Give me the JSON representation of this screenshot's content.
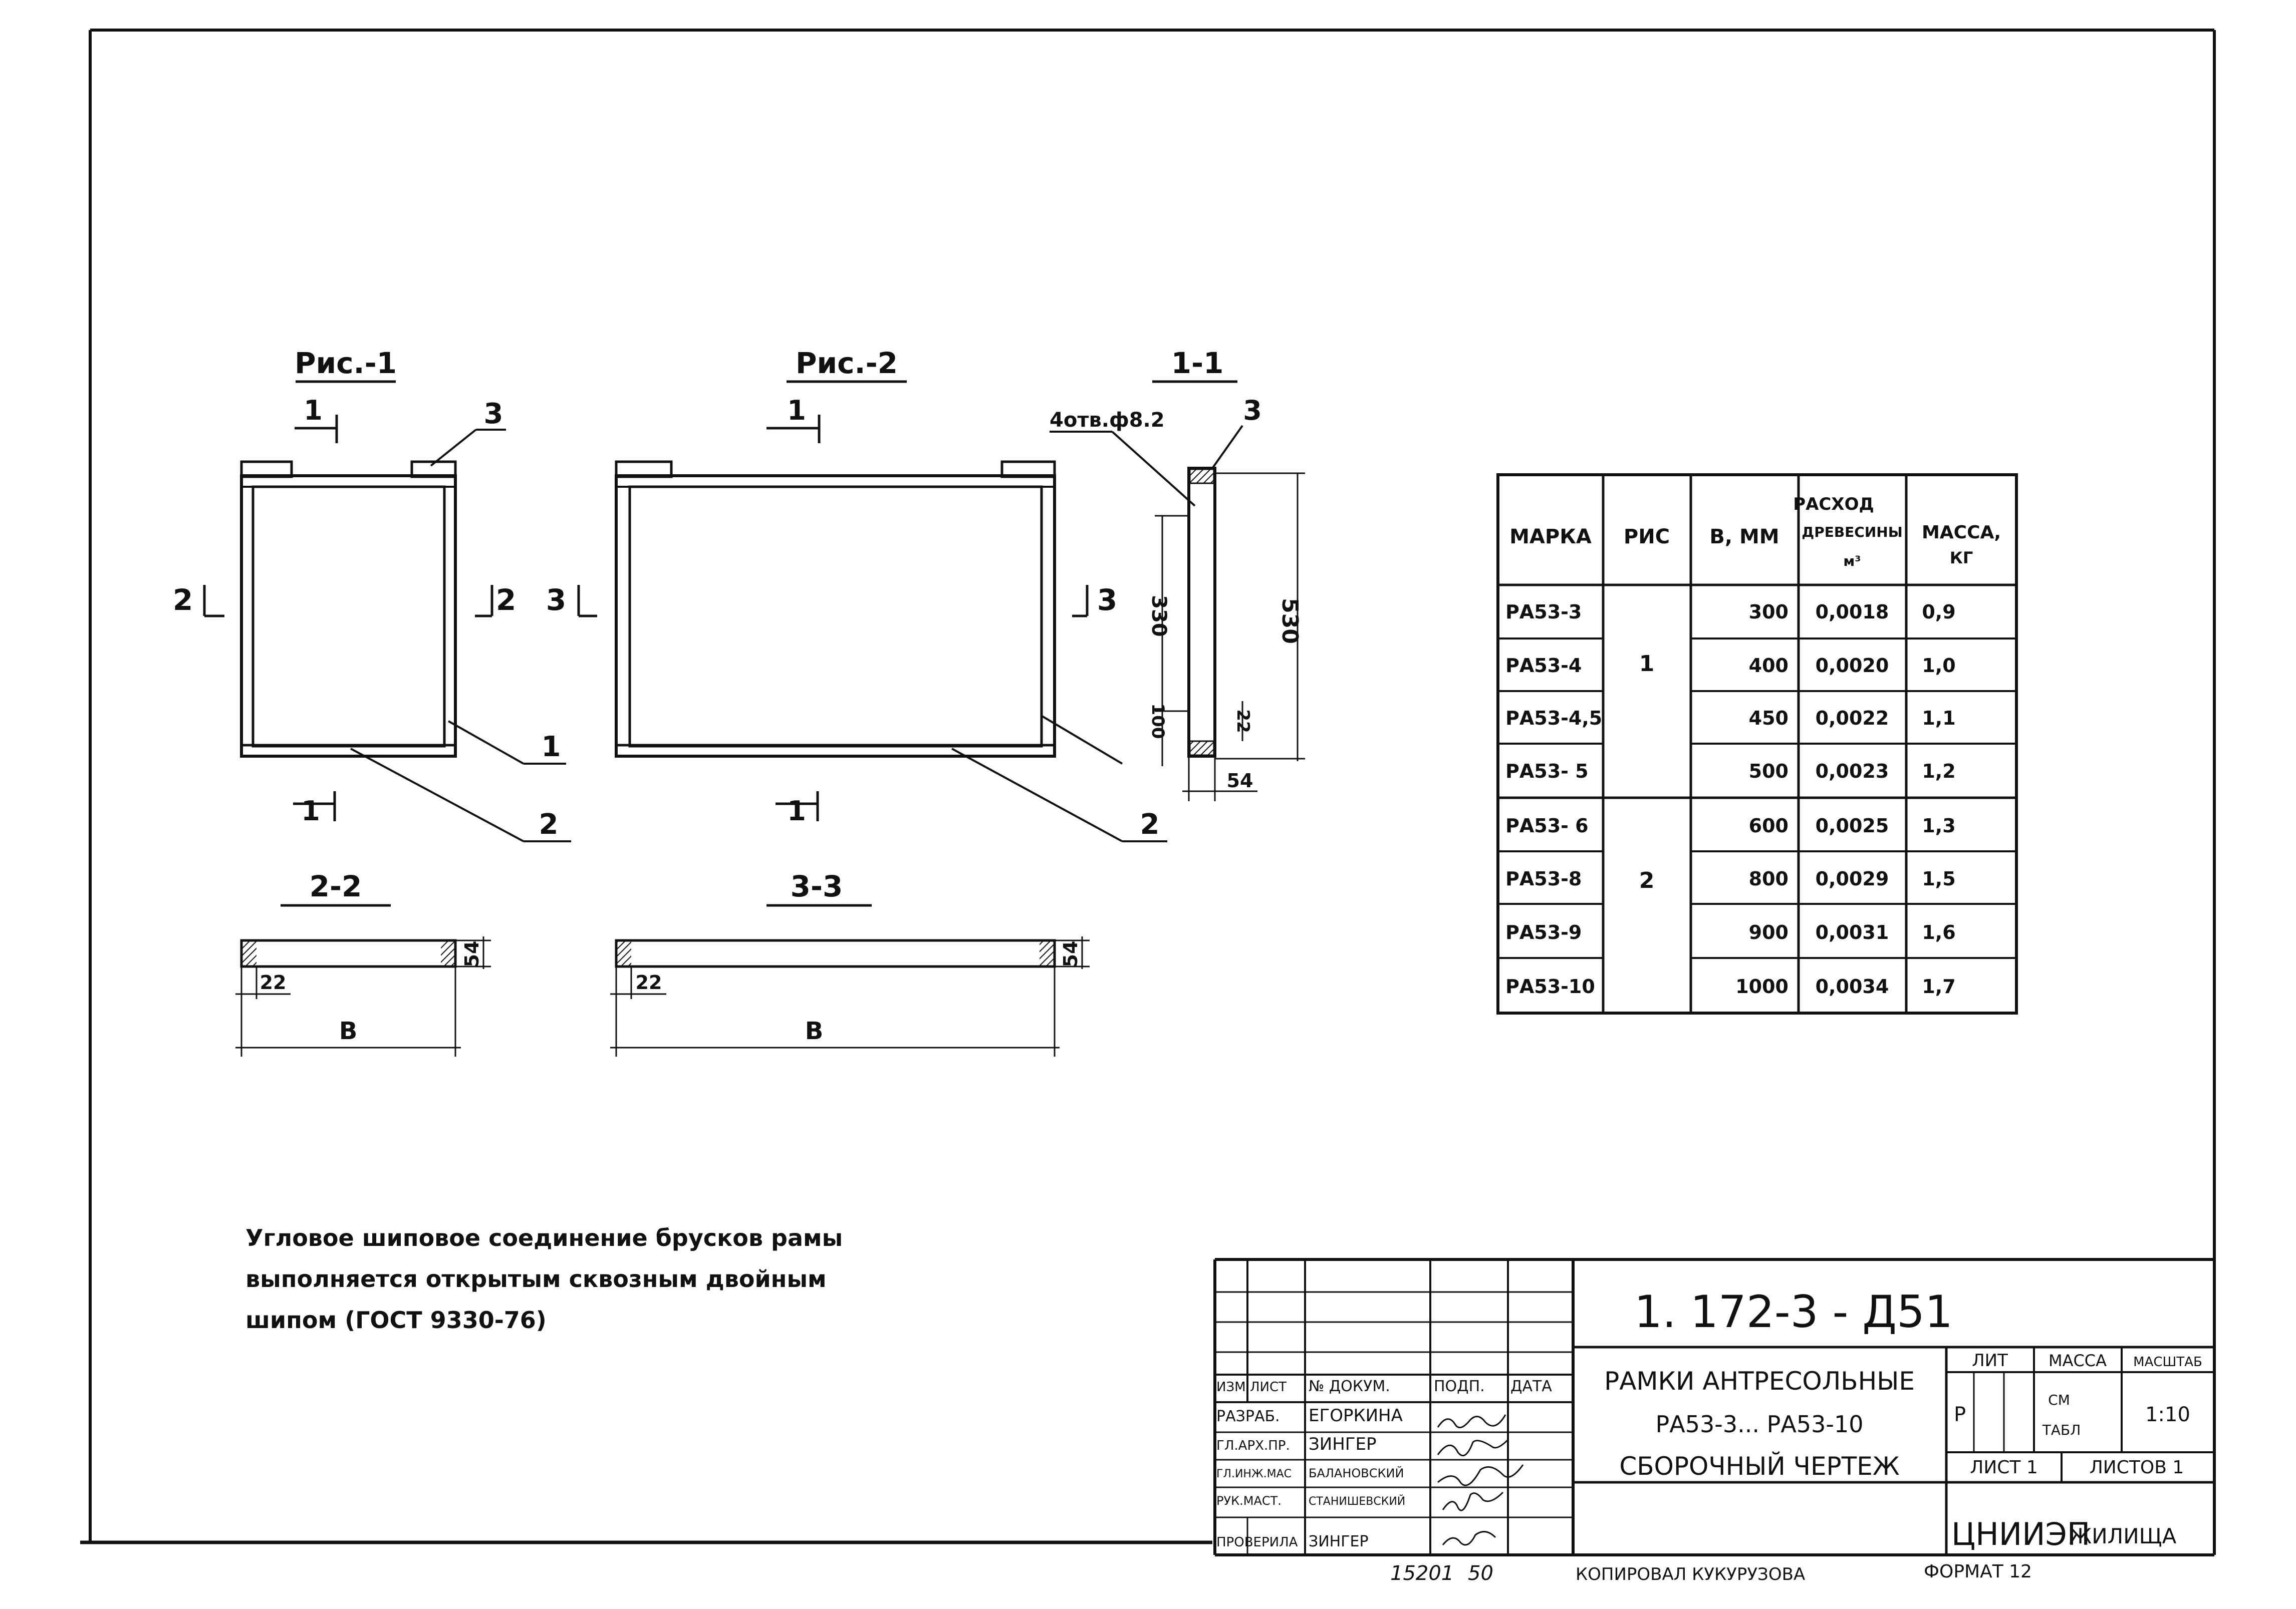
{
  "figures": {
    "fig1": {
      "title": "Рис.-1",
      "section_mark": "1",
      "side_mark_left": "2",
      "side_mark_right": "2",
      "leaders": [
        "3",
        "1",
        "2"
      ]
    },
    "fig2": {
      "title": "Рис.-2",
      "section_mark": "1",
      "side_mark_left": "3",
      "side_mark_right": "3",
      "leaders": [
        "2"
      ]
    },
    "sec11": {
      "title": "1-1",
      "holes_note": "4отв.ф8.2",
      "leader": "3",
      "dim_330": "330",
      "dim_530": "530",
      "dim_100": "100",
      "dim_22": "22",
      "dim_54": "54"
    },
    "sec22": {
      "title": "2-2",
      "dim_54": "54",
      "dim_22": "22",
      "dim_b": "В"
    },
    "sec33": {
      "title": "3-3",
      "dim_54": "54",
      "dim_22": "22",
      "dim_b": "В"
    }
  },
  "note": {
    "line1": "Угловое шиповое соединение брусков рамы",
    "line2": "выполняется открытым сквозным двойным",
    "line3": "шипом (ГОСТ 9330-76)"
  },
  "table": {
    "headers": {
      "mark": "МАРКА",
      "fig": "РИС",
      "b": "В, ММ",
      "cons1": "РАСХОД",
      "cons2": "ДРЕВЕСИНЫ",
      "cons3": "м³",
      "mass1": "МАССА,",
      "mass2": "КГ"
    },
    "fig_groups": [
      "1",
      "2"
    ],
    "rows": [
      {
        "mark": "РА53-3",
        "b": "300",
        "wood": "0,0018",
        "mass": "0,9"
      },
      {
        "mark": "РА53-4",
        "b": "400",
        "wood": "0,0020",
        "mass": "1,0"
      },
      {
        "mark": "РА53-4,5",
        "b": "450",
        "wood": "0,0022",
        "mass": "1,1"
      },
      {
        "mark": "РА53- 5",
        "b": "500",
        "wood": "0,0023",
        "mass": "1,2"
      },
      {
        "mark": "РА53- 6",
        "b": "600",
        "wood": "0,0025",
        "mass": "1,3"
      },
      {
        "mark": "РА53-8",
        "b": "800",
        "wood": "0,0029",
        "mass": "1,5"
      },
      {
        "mark": "РА53-9",
        "b": "900",
        "wood": "0,0031",
        "mass": "1,6"
      },
      {
        "mark": "РА53-10",
        "b": "1000",
        "wood": "0,0034",
        "mass": "1,7"
      }
    ]
  },
  "titleblock": {
    "doc_code": "1. 172-3 - Д51",
    "title1": "РАМКИ АНТРЕСОЛЬНЫЕ",
    "title2": "РА53-3... РА53-10",
    "title3": "СБОРОЧНЫЙ ЧЕРТЕЖ",
    "col_headers": [
      "ИЗМ",
      "ЛИСТ",
      "№ ДОКУМ.",
      "ПОДП.",
      "ДАТА"
    ],
    "roles": [
      {
        "role": "РАЗРАБ.",
        "name": "ЕГОРКИНА"
      },
      {
        "role": "ГЛ.АРХ.ПР.",
        "name": "ЗИНГЕР"
      },
      {
        "role": "ГЛ.ИНЖ.МАС",
        "name": "БАЛАНОВСКИЙ"
      },
      {
        "role": "РУК.МАСТ.",
        "name": "СТАНИШЕВСКИЙ"
      },
      {
        "role": "ПРОВЕРИЛА",
        "name": "ЗИНГЕР"
      }
    ],
    "lit_label": "ЛИТ",
    "mass_label": "МАССА",
    "scale_label": "МАСШТАБ",
    "stage": "Р",
    "mass_value1": "СМ",
    "mass_value2": "ТАБЛ",
    "scale_value": "1:10",
    "sheet": "ЛИСТ 1",
    "sheets": "ЛИСТОВ 1",
    "org_main": "ЦНИИЭП",
    "org_sub": "ЖИЛИЩА"
  },
  "footer": {
    "inv": "15201",
    "inv_suffix": "50",
    "copied": "КОПИРОВАЛ КУКУРУЗОВА",
    "format": "ФОРМАТ 12"
  }
}
